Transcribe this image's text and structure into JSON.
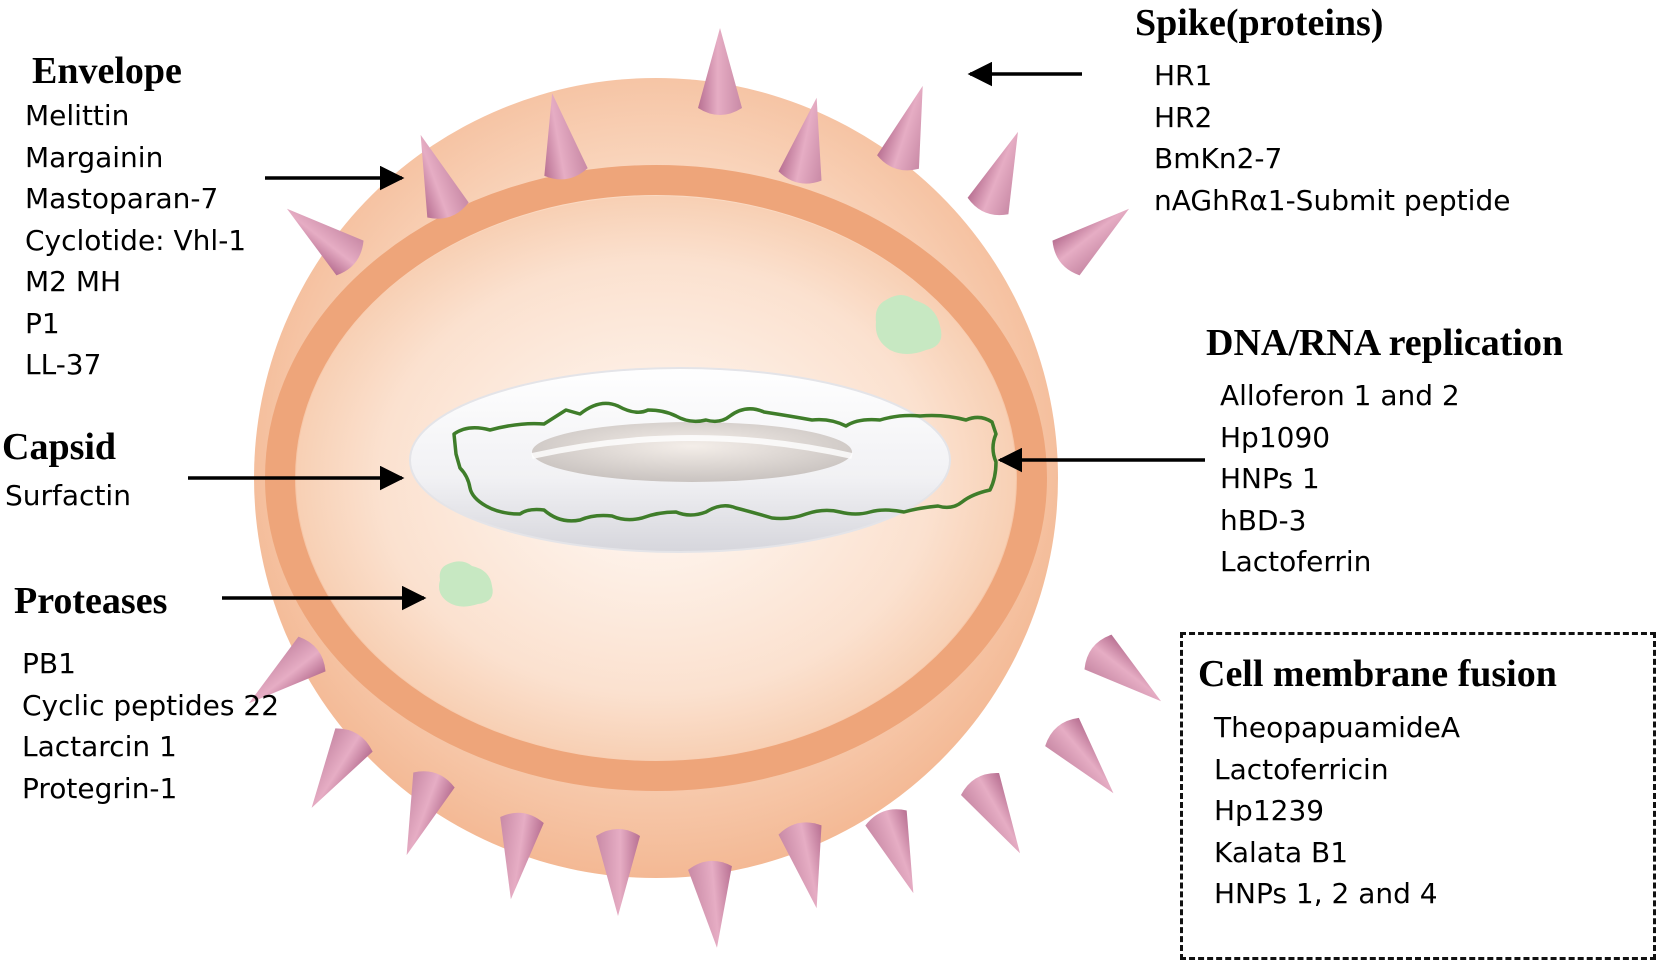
{
  "groups": {
    "envelope": {
      "title": "Envelope",
      "items": [
        "Melittin",
        "Margainin",
        "Mastoparan-7",
        "Cyclotide: Vhl-1",
        "M2 MH",
        "P1",
        "LL-37"
      ]
    },
    "spike": {
      "title": "Spike(proteins)",
      "items": [
        "HR1",
        "HR2",
        "BmKn2-7",
        "nAGhRα1-Submit peptide"
      ]
    },
    "capsid": {
      "title": "Capsid",
      "items": [
        "Surfactin"
      ]
    },
    "replication": {
      "title": "DNA/RNA replication",
      "items": [
        "Alloferon 1 and 2",
        "Hp1090",
        "HNPs 1",
        "hBD-3",
        "Lactoferrin"
      ]
    },
    "proteases": {
      "title": "Proteases",
      "items": [
        "PB1",
        "Cyclic peptides 22",
        "Lactarcin 1",
        "Protegrin-1"
      ]
    },
    "fusion": {
      "title": "Cell membrane fusion",
      "items": [
        "TheopapuamideA",
        "Lactoferricin",
        "Hp1239",
        "Kalata B1",
        "HNPs 1, 2 and 4"
      ]
    }
  },
  "colors": {
    "virion_fill": "#f6c4a4",
    "membrane_band": "#eea57a",
    "spike": "#d99ab3",
    "genome": "#3f7d2a",
    "protein_blob": "#c7e8c2",
    "capsid_ring": "#f4f4f6",
    "arrow": "#000000"
  }
}
